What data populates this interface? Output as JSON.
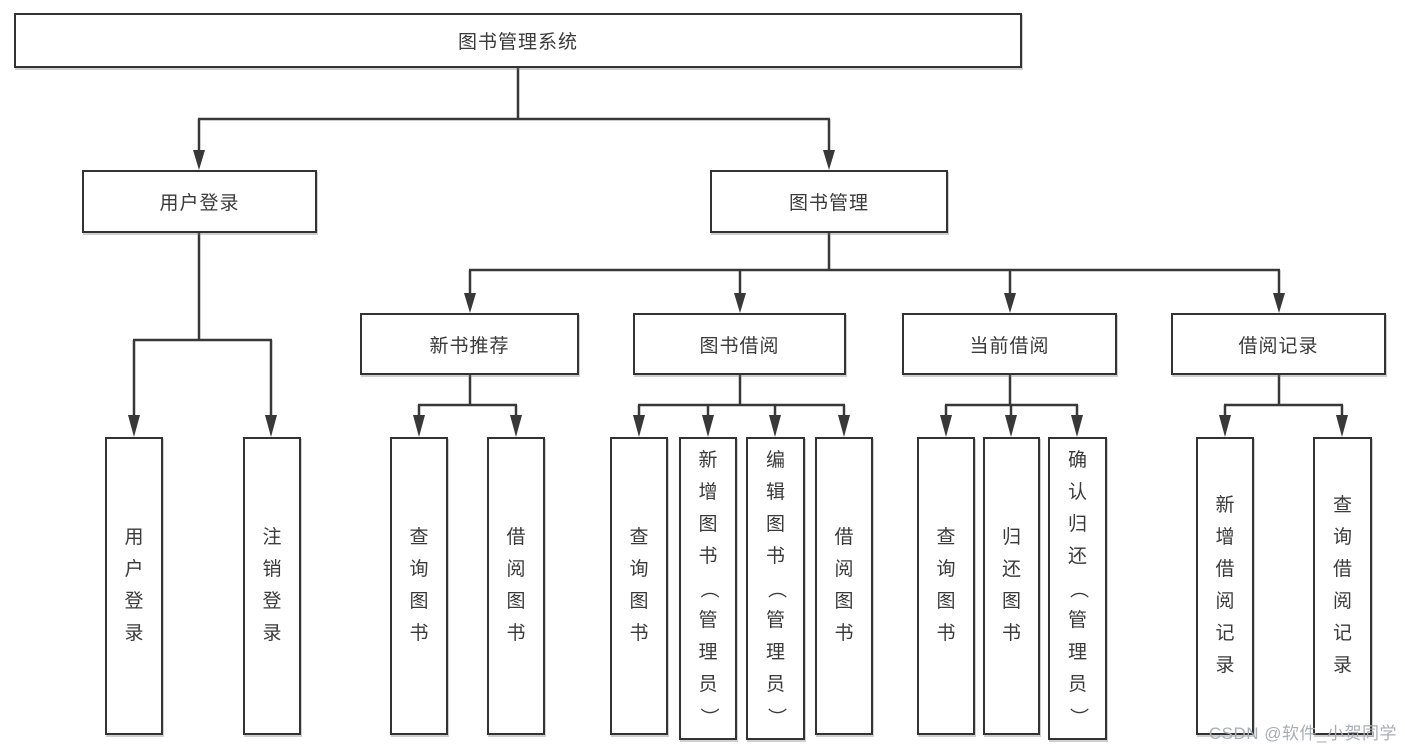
{
  "title": "图书管理系统",
  "level1": [
    "用户登录",
    "图书管理"
  ],
  "level2": [
    "新书推荐",
    "图书借阅",
    "当前借阅",
    "借阅记录"
  ],
  "leaves": {
    "user_login": [
      "用户登录",
      "注销登录"
    ],
    "new_book_rec": [
      "查询图书",
      "借阅图书"
    ],
    "book_borrow": [
      "查询图书",
      "新增图书（管理员）",
      "编辑图书（管理员）",
      "借阅图书"
    ],
    "current_borrow": [
      "查询图书",
      "归还图书",
      "确认归还（管理员）"
    ],
    "borrow_records": [
      "新增借阅记录",
      "查询借阅记录"
    ]
  },
  "watermark": "CSDN @软件_小贺同学",
  "colors": {
    "line": "#383838",
    "box_border": "#333333",
    "text": "#3a3a3a",
    "watermark": "#a9aeb4",
    "background": "#ffffff"
  }
}
